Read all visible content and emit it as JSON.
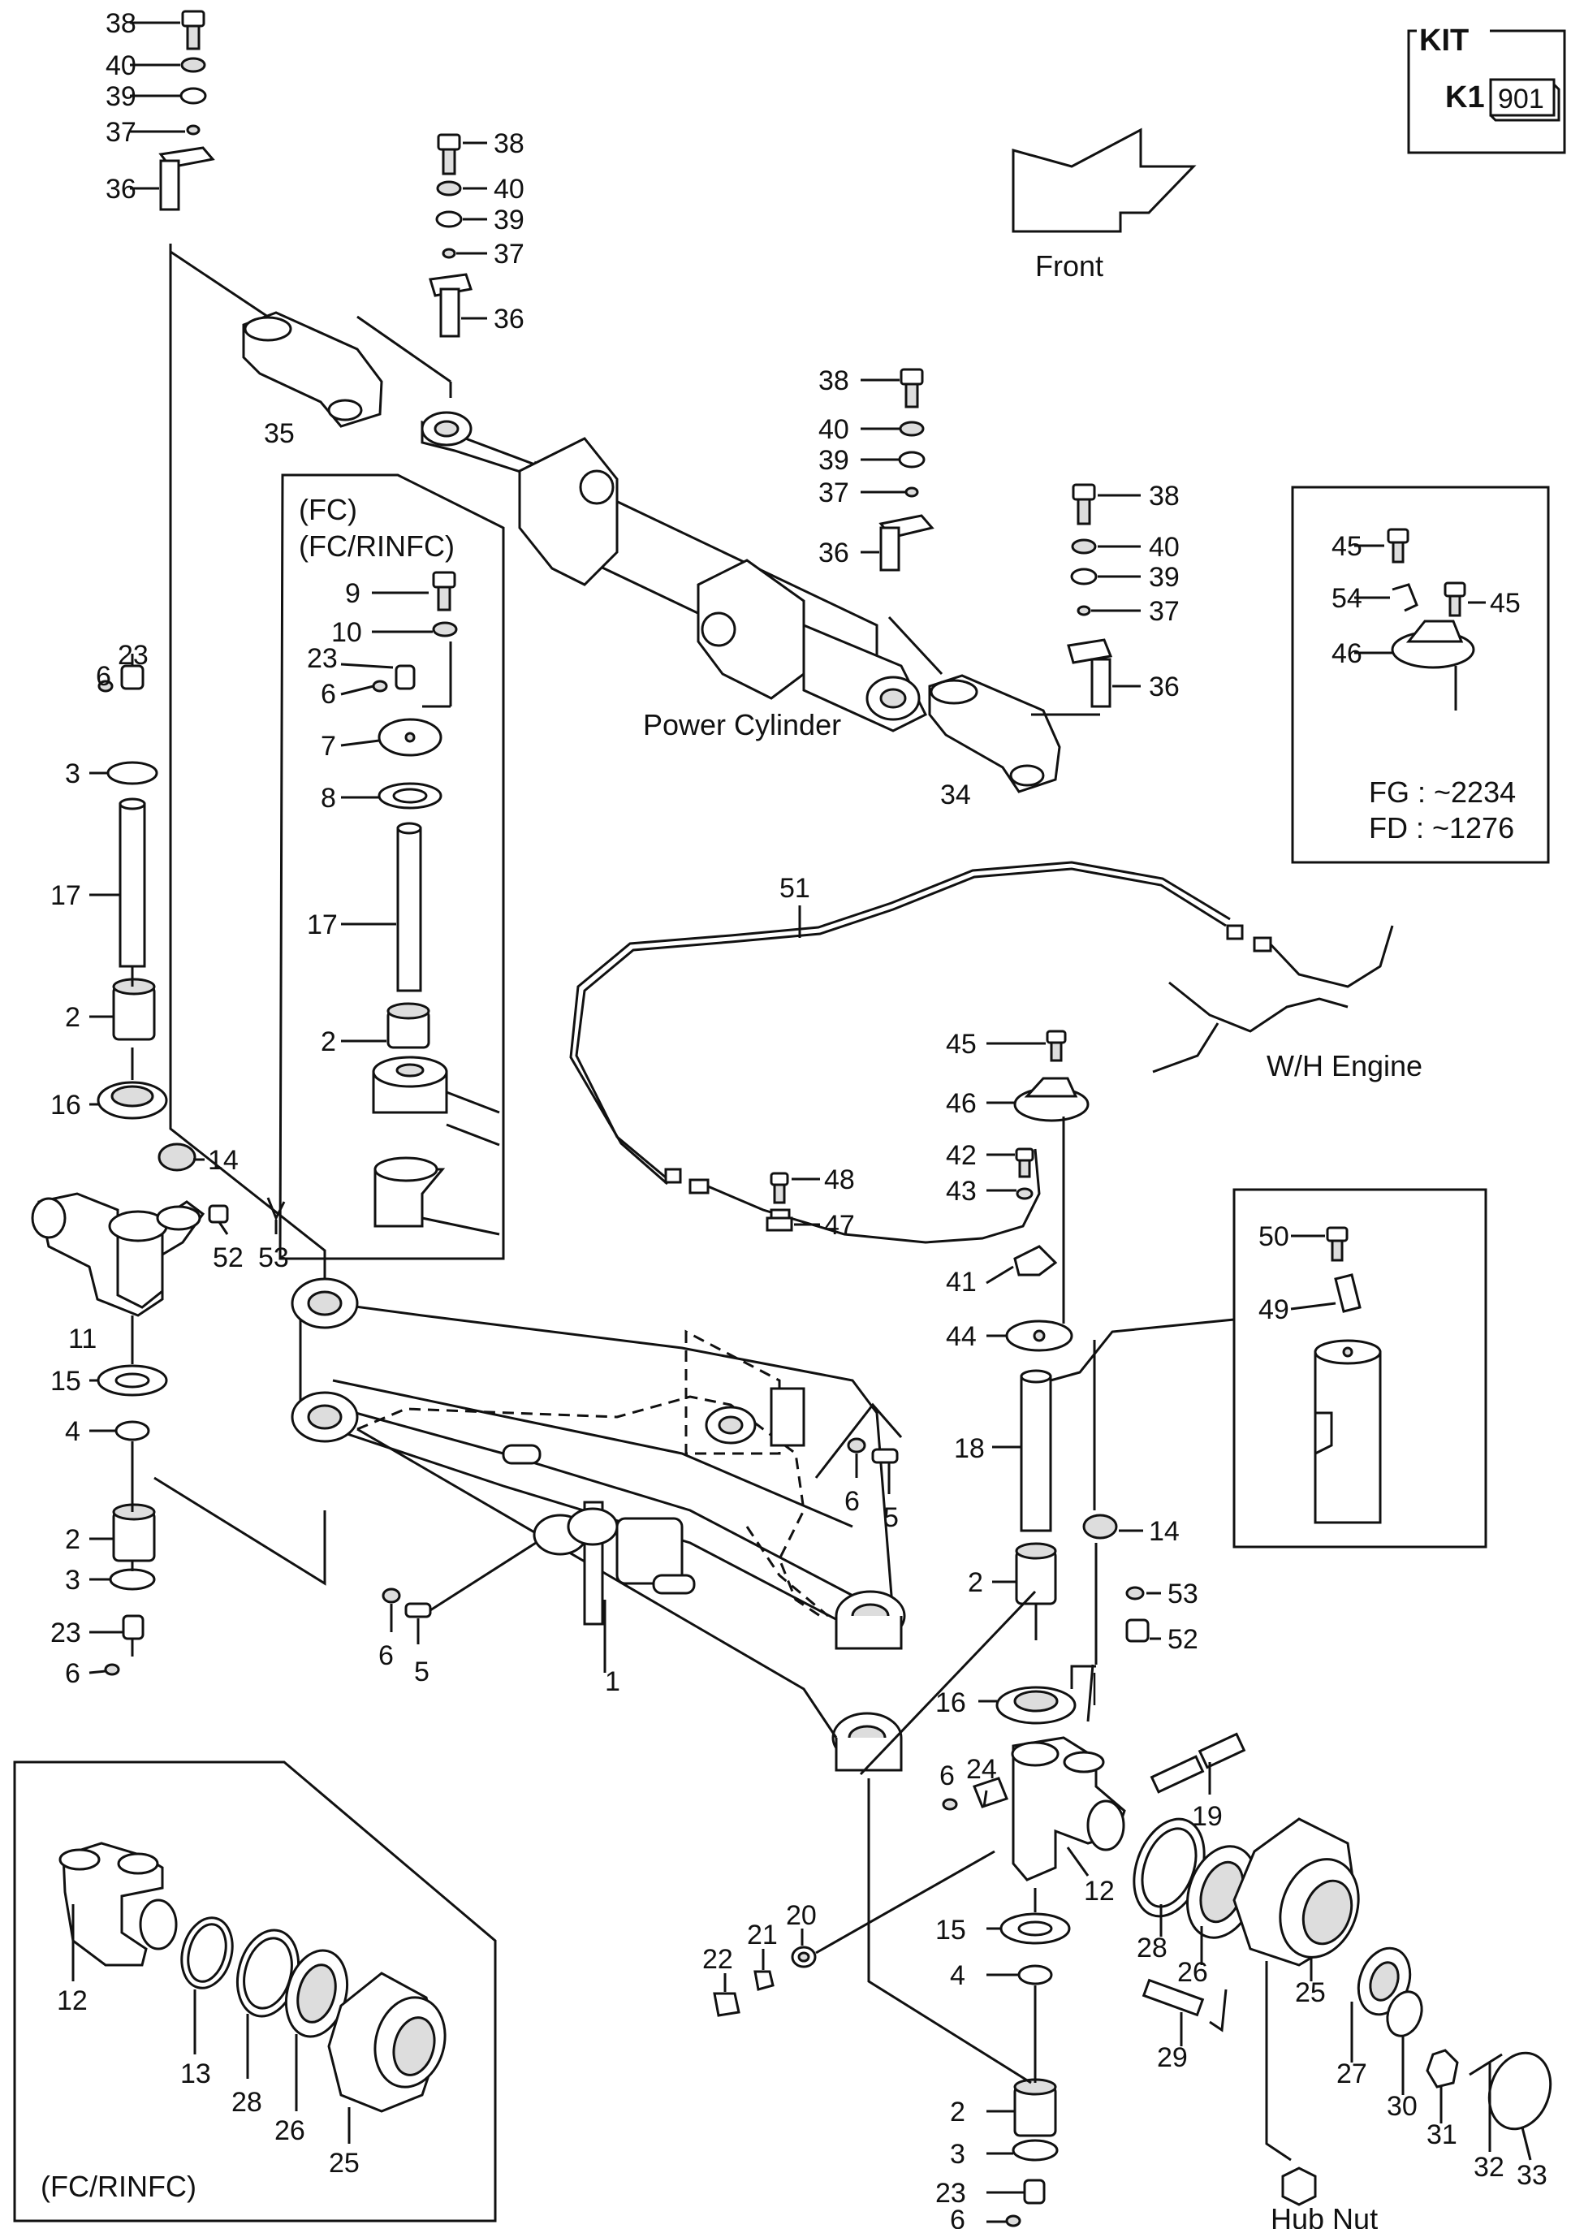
{
  "kit": {
    "title": "KIT",
    "code": "K1",
    "number": "901"
  },
  "front_label": "Front",
  "power_cylinder_label": "Power Cylinder",
  "wh_engine_label": "W/H Engine",
  "hub_nut_label": "Hub Nut",
  "inset_fc": {
    "line1": "(FC)",
    "line2": "(FC/RINFC)"
  },
  "inset_rinfc": {
    "label": "(FC/RINFC)"
  },
  "inset_sensor": {
    "line1": "FG : ~2234",
    "line2": "FD : ~1276"
  },
  "callouts": {
    "c1": "1",
    "c2": "2",
    "c3": "3",
    "c4": "4",
    "c5": "5",
    "c6": "6",
    "c7": "7",
    "c8": "8",
    "c9": "9",
    "c10": "10",
    "c11": "11",
    "c12": "12",
    "c13": "13",
    "c14": "14",
    "c15": "15",
    "c16": "16",
    "c17": "17",
    "c18": "18",
    "c19": "19",
    "c20": "20",
    "c21": "21",
    "c22": "22",
    "c23": "23",
    "c24": "24",
    "c25": "25",
    "c26": "26",
    "c27": "27",
    "c28": "28",
    "c29": "29",
    "c30": "30",
    "c31": "31",
    "c32": "32",
    "c33": "33",
    "c34": "34",
    "c35": "35",
    "c36": "36",
    "c37": "37",
    "c38": "38",
    "c39": "39",
    "c40": "40",
    "c41": "41",
    "c42": "42",
    "c43": "43",
    "c44": "44",
    "c45": "45",
    "c46": "46",
    "c47": "47",
    "c48": "48",
    "c49": "49",
    "c50": "50",
    "c51": "51",
    "c52": "52",
    "c53": "53",
    "c54": "54"
  }
}
